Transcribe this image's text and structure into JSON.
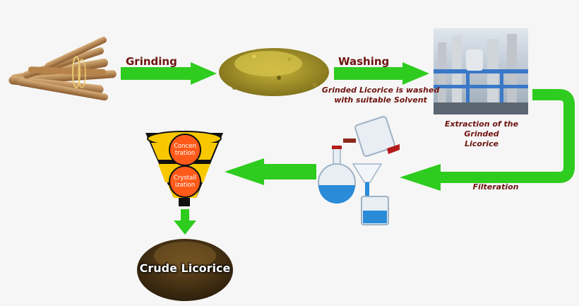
{
  "steps": {
    "grinding": "Grinding",
    "washing": "Washing",
    "washing_caption_line1": "Grinded Licorice is washed",
    "washing_caption_line2": "with suitable Solvent",
    "extraction_line1": "Extraction of the Grinded",
    "extraction_line2": "Licorice",
    "filtration": "Filteration",
    "concentration": "Concen tration",
    "crystallization": "Crystall ization",
    "result": "Crude Licorice"
  },
  "colors": {
    "arrow_green": "#2ecc1e",
    "label_maroon": "#6e1410",
    "funnel_yellow": "#f7c800",
    "circle_orange": "#ff5a1a",
    "flask_blue": "#2a8bd8"
  },
  "icons": {
    "roots": "licorice-roots-image",
    "ground": "ground-licorice-image",
    "plant": "extraction-plant-image",
    "lab": "filtration-glassware-image",
    "funnel": "funnel-image",
    "pile": "crude-licorice-pile-image"
  }
}
